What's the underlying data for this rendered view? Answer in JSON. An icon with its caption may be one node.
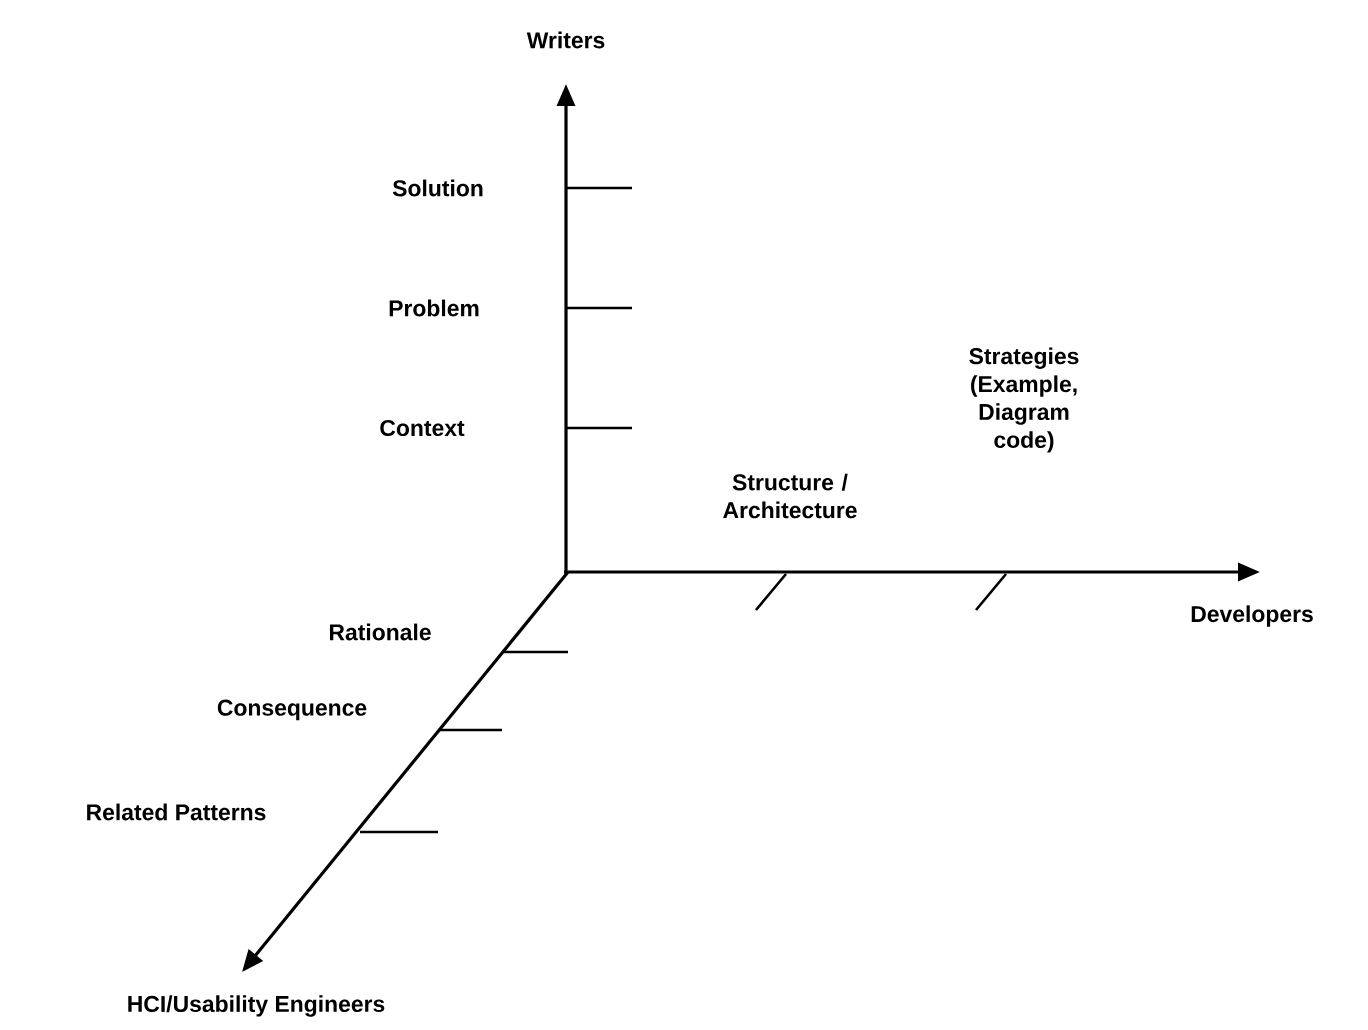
{
  "diagram": {
    "labels": [
      "Writers",
      "Solution",
      "Problem",
      "Strategies (Example, Diagram code)",
      "Context",
      "Structure / Architecture",
      "Developers",
      "Rationale",
      "Consequence",
      "Related Patterns",
      "HCI/Usability Engineers"
    ]
  }
}
